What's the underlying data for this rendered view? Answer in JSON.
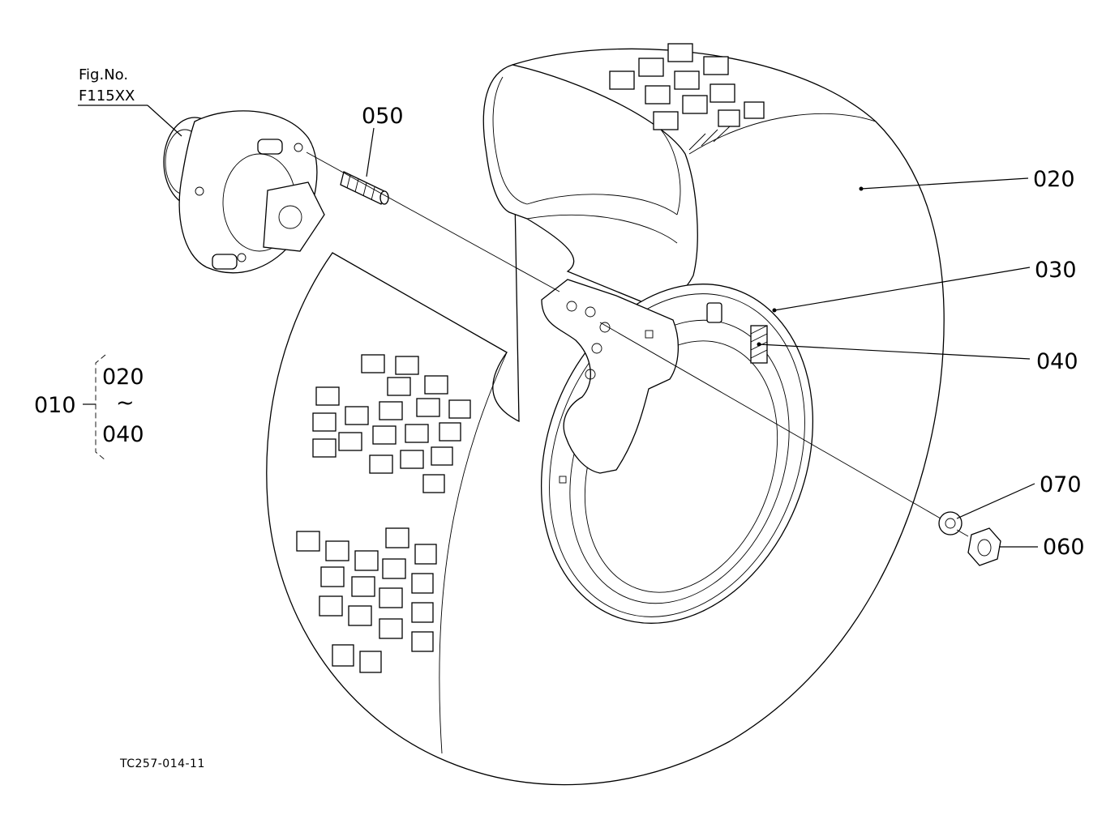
{
  "figure_ref": {
    "line1": "Fig.No.",
    "line2": "F115XX"
  },
  "callouts": {
    "p020": "020",
    "p030": "030",
    "p040": "040",
    "p050": "050",
    "p060": "060",
    "p070": "070"
  },
  "assembly": {
    "id": "010",
    "from": "020",
    "tilde": "~",
    "to": "040"
  },
  "drawing_code": "TC257-014-11",
  "colors": {
    "line": "#000000",
    "background": "#ffffff"
  }
}
